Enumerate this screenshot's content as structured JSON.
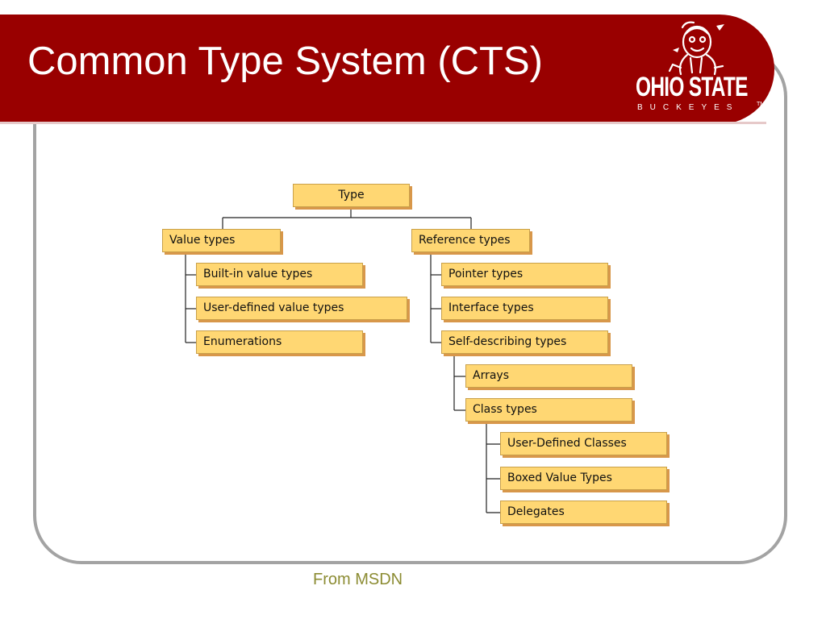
{
  "slide": {
    "title": "Common Type System (CTS)",
    "credit": "From MSDN",
    "colors": {
      "title_bar": "#990000",
      "frame": "#a3a3a3",
      "node_fill": "#ffd773",
      "node_shadow": "#d8974a",
      "credit": "#8c8c33"
    }
  },
  "logo": {
    "word": "OHIO STATE",
    "sub": "BUCKEYES",
    "tm": "TM",
    "icon": "brutus-buckeye-mascot"
  },
  "diagram": {
    "root": "Type",
    "value": {
      "label": "Value types",
      "children": [
        "Built-in value types",
        "User-defined value types",
        "Enumerations"
      ]
    },
    "reference": {
      "label": "Reference types",
      "pointer": "Pointer types",
      "interface": "Interface types",
      "self": "Self-describing types",
      "arrays": "Arrays",
      "class": "Class types",
      "class_children": [
        "User-Defined Classes",
        "Boxed Value Types",
        "Delegates"
      ]
    }
  }
}
